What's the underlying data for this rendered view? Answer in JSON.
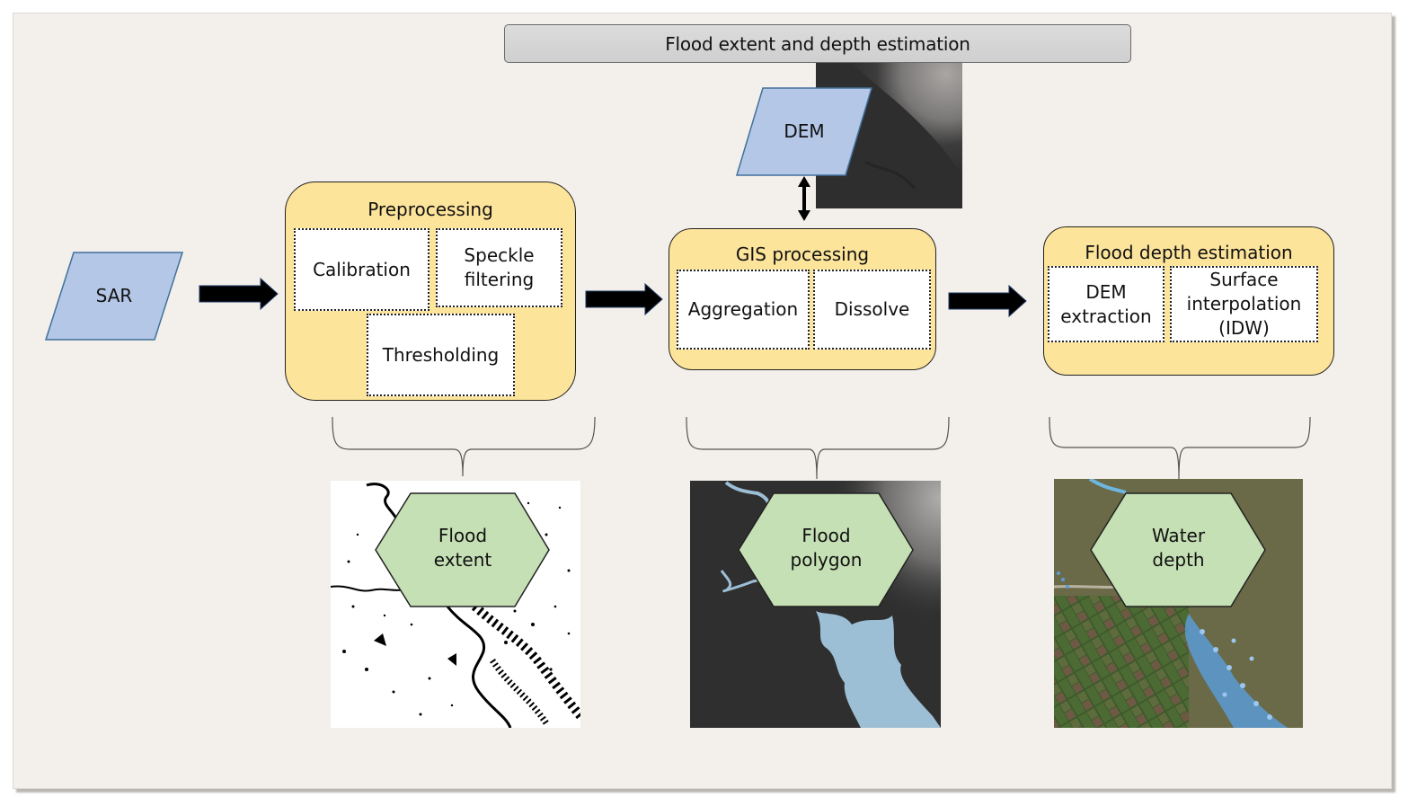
{
  "title": "Flood extent and depth estimation",
  "inputs": {
    "sar": "SAR",
    "dem": "DEM"
  },
  "stages": [
    {
      "title": "Preprocessing",
      "steps": [
        "Calibration",
        "Speckle filtering",
        "Thresholding"
      ]
    },
    {
      "title": "GIS processing",
      "steps": [
        "Aggregation",
        "Dissolve"
      ]
    },
    {
      "title": "Flood depth estimation",
      "steps": [
        "DEM extraction",
        "Surface interpolation (IDW)"
      ]
    }
  ],
  "outputs": [
    {
      "label": "Flood extent",
      "image": "binary flood map"
    },
    {
      "label": "Flood polygon",
      "image": "DEM with flood polygon overlay"
    },
    {
      "label": "Water depth",
      "image": "satellite imagery with water depth points"
    }
  ],
  "colors": {
    "input_fill": "#b4c7e7",
    "input_stroke": "#41719c",
    "stage_fill": "#fde49b",
    "output_fill": "#c5e0b4",
    "flood_water": "#9dbfd6",
    "depth_points": "#5b9bd5"
  }
}
